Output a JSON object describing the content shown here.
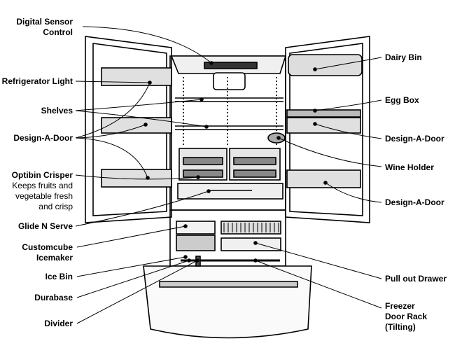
{
  "labels": {
    "digital_sensor_1": "Digital Sensor",
    "digital_sensor_2": "Control",
    "refrigerator_light": "Refrigerator Light",
    "shelves": "Shelves",
    "design_a_door_left": "Design-A-Door",
    "optibin_crisper": "Optibin Crisper",
    "optibin_desc_1": "Keeps fruits and",
    "optibin_desc_2": "vegetable fresh",
    "optibin_desc_3": "and crisp",
    "glide_n_serve": "Glide N Serve",
    "customcube_1": "Customcube",
    "customcube_2": "Icemaker",
    "ice_bin": "Ice Bin",
    "durabase": "Durabase",
    "divider": "Divider",
    "dairy_bin": "Dairy Bin",
    "egg_box": "Egg Box",
    "design_a_door_right_1": "Design-A-Door",
    "wine_holder": "Wine Holder",
    "design_a_door_right_2": "Design-A-Door",
    "pull_out_drawer": "Pull out Drawer",
    "freezer_rack_1": "Freezer",
    "freezer_rack_2": "Door Rack",
    "freezer_rack_3": "(Tilting)"
  }
}
